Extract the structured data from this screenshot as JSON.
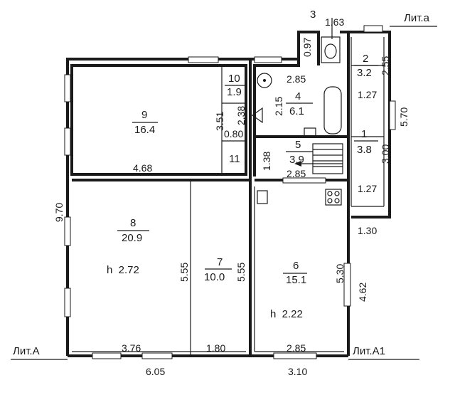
{
  "labels": {
    "lit_a_small": "Лит.а",
    "lit_A": "Лит.А",
    "lit_A1": "Лит.А1"
  },
  "rooms": [
    {
      "id": "r1",
      "num": "1",
      "area": "3.8"
    },
    {
      "id": "r2",
      "num": "2",
      "area": "3.2"
    },
    {
      "id": "r3",
      "num": "3"
    },
    {
      "id": "r4",
      "num": "4",
      "area": "6.1"
    },
    {
      "id": "r5",
      "num": "5",
      "area": "3.9"
    },
    {
      "id": "r6",
      "num": "6",
      "area": "15.1",
      "height": "h  2.22"
    },
    {
      "id": "r7",
      "num": "7",
      "area": "10.0"
    },
    {
      "id": "r8",
      "num": "8",
      "area": "20.9",
      "height": "h  2.72"
    },
    {
      "id": "r9",
      "num": "9",
      "area": "16.4"
    },
    {
      "id": "r10",
      "num": "10",
      "area": "1.9"
    },
    {
      "id": "r11",
      "num": "11"
    }
  ],
  "dimensions": {
    "d_163": "1.63",
    "d_097": "0.97",
    "d_255": "2.55",
    "d_285_top": "2.85",
    "d_215": "2.15",
    "d_238": "2.38",
    "d_351": "3.51",
    "d_080": "0.80",
    "d_127_top": "1.27",
    "d_570": "5.70",
    "d_300": "3.00",
    "d_138": "1.38",
    "d_285_mid": "2.85",
    "d_468": "4.68",
    "d_127_bot": "1.27",
    "d_970": "9.70",
    "d_130": "1.30",
    "d_555_a": "5.55",
    "d_555_b": "5.55",
    "d_530": "5.30",
    "d_462": "4.62",
    "d_376": "3.76",
    "d_180": "1.80",
    "d_285_bot": "2.85",
    "d_605": "6.05",
    "d_310": "3.10"
  }
}
